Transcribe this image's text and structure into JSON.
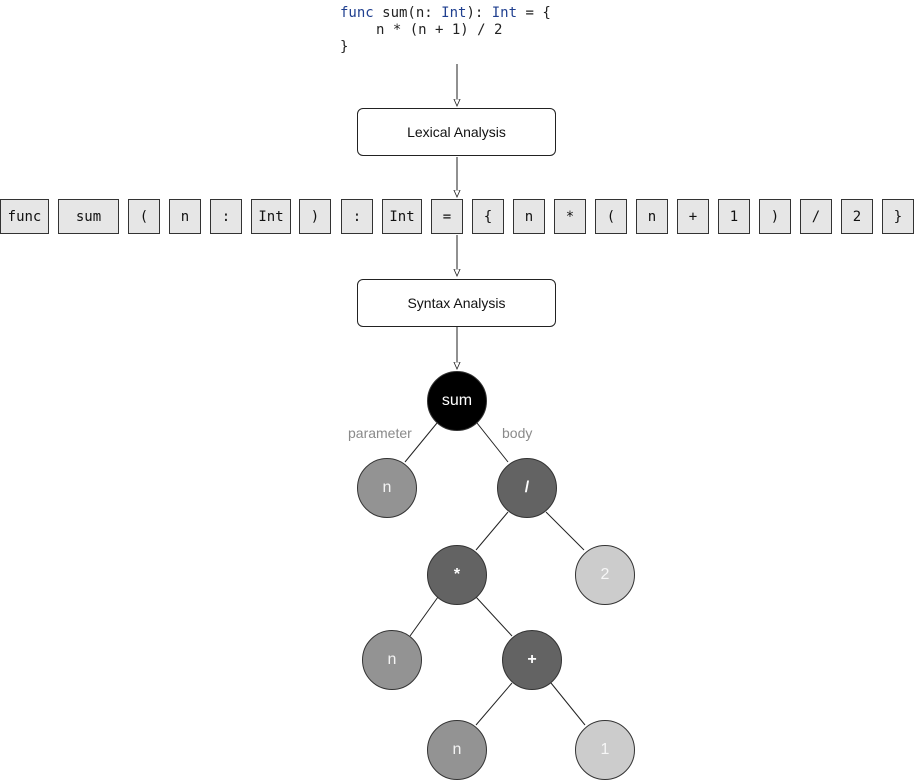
{
  "code": {
    "line1": {
      "keyword": "func",
      "name": " sum(n: ",
      "param_type": "Int",
      "sep": "): ",
      "return_type": "Int",
      "tail": " = {"
    },
    "line2": "n * (n + 1) / 2",
    "line3": "}"
  },
  "stages": {
    "lexical": "Lexical Analysis",
    "syntax": "Syntax Analysis"
  },
  "tokens": [
    "func",
    "sum",
    "(",
    "n",
    ":",
    "Int",
    ")",
    ":",
    "Int",
    "=",
    "{",
    "n",
    "*",
    "(",
    "n",
    "+",
    "1",
    ")",
    "/",
    "2",
    "}"
  ],
  "tree": {
    "root": "sum",
    "edge_labels": {
      "left": "parameter",
      "right": "body"
    },
    "param": "n",
    "div": "/",
    "two": "2",
    "mul": "*",
    "n_mul": "n",
    "plus": "+",
    "n_plus": "n",
    "one": "1"
  },
  "colors": {
    "keyword": "#1f3f8f",
    "token_fill": "#e6e6e6",
    "root_fill": "#000000",
    "operator_fill": "#636363",
    "variable_fill": "#939393",
    "literal_fill": "#cccccc",
    "edge_label": "#8a8a8a"
  }
}
